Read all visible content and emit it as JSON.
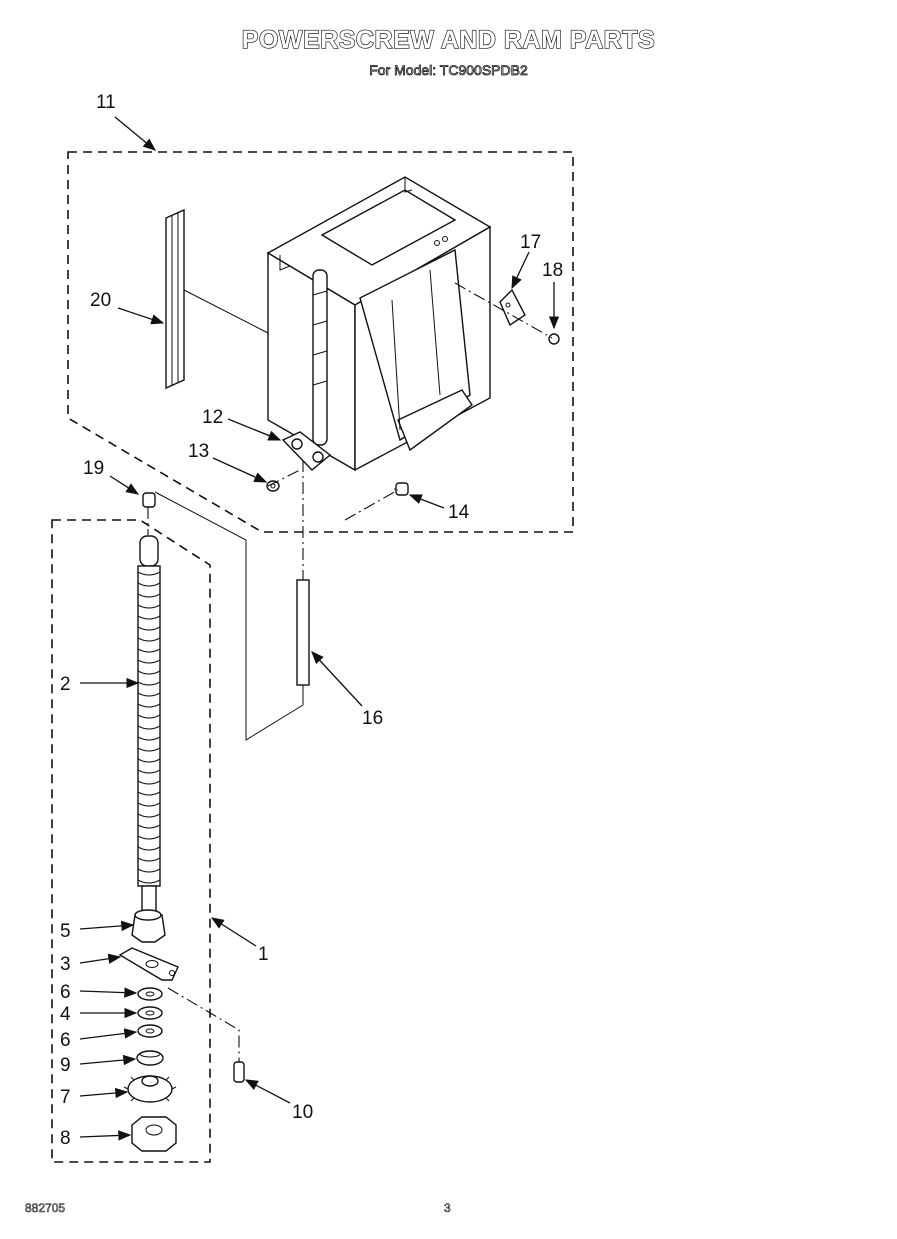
{
  "page": {
    "title": "POWERSCREW AND RAM PARTS",
    "subtitle": "For Model: TC900SPDB2",
    "doc_code": "882705",
    "page_number": "3"
  },
  "callouts": [
    "1",
    "2",
    "3",
    "4",
    "5",
    "6",
    "6",
    "7",
    "8",
    "9",
    "10",
    "11",
    "12",
    "13",
    "14",
    "16",
    "17",
    "18",
    "19",
    "20"
  ]
}
